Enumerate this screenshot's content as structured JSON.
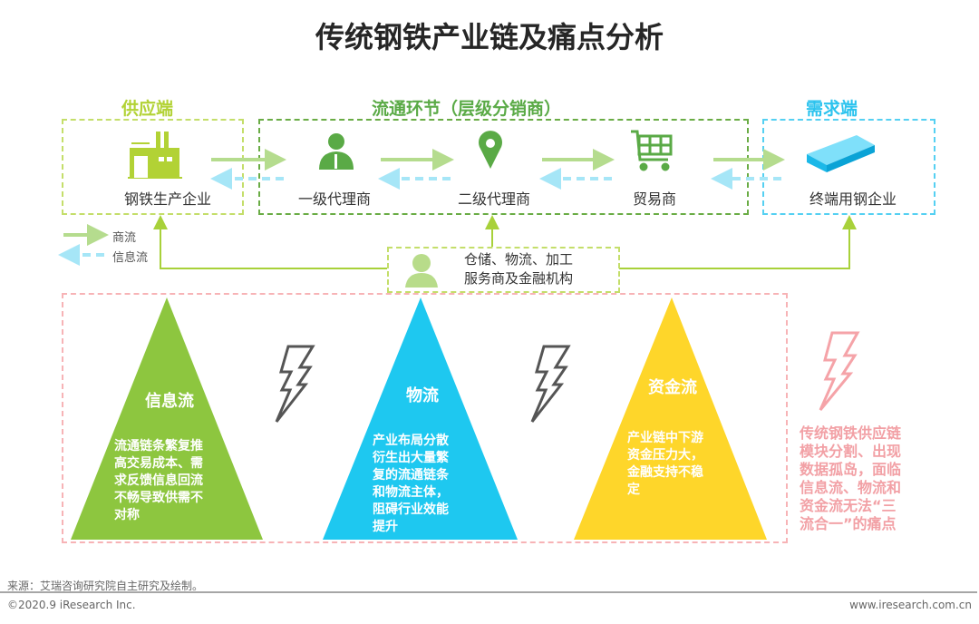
{
  "title": "传统钢铁产业链及痛点分析",
  "sections": {
    "supply": "供应端",
    "circulation": "流通环节（层级分销商）",
    "demand": "需求端"
  },
  "nodes": {
    "producer": "钢铁生产企业",
    "agent1": "一级代理商",
    "agent2": "二级代理商",
    "trader": "贸易商",
    "end_user": "终端用钢企业"
  },
  "service": {
    "line1": "仓储、物流、加工",
    "line2": "服务商及金融机构"
  },
  "legend": {
    "commerce": "商流",
    "info": "信息流"
  },
  "triangles": [
    {
      "title": "信息流",
      "text": "流通链条繁复推\n高交易成本、需\n求反馈信息回流\n不畅导致供需不\n对称",
      "color": "#8dc63f"
    },
    {
      "title": "物流",
      "text": "产业布局分散\n衍生出大量繁\n复的流通链条\n和物流主体，\n阻碍行业效能\n提升",
      "color": "#1ec8f0"
    },
    {
      "title": "资金流",
      "text": "产业链中下游\n资金压力大，\n金融支持不稳\n定",
      "color": "#fed62a"
    }
  ],
  "pain_point": "传统钢铁供应链\n模块分割、出现\n数据孤岛，面临\n信息流、物流和\n资金流无法“三\n流合一”的痛点",
  "footer": {
    "source": "来源：艾瑞咨询研究院自主研究及绘制。",
    "copyright": "©2020.9 iResearch Inc.",
    "website": "www.iresearch.com.cn"
  },
  "colors": {
    "lime": "#b2d235",
    "green": "#5aaa46",
    "cyan": "#2cc3ee",
    "pink": "#f5a3a8"
  }
}
